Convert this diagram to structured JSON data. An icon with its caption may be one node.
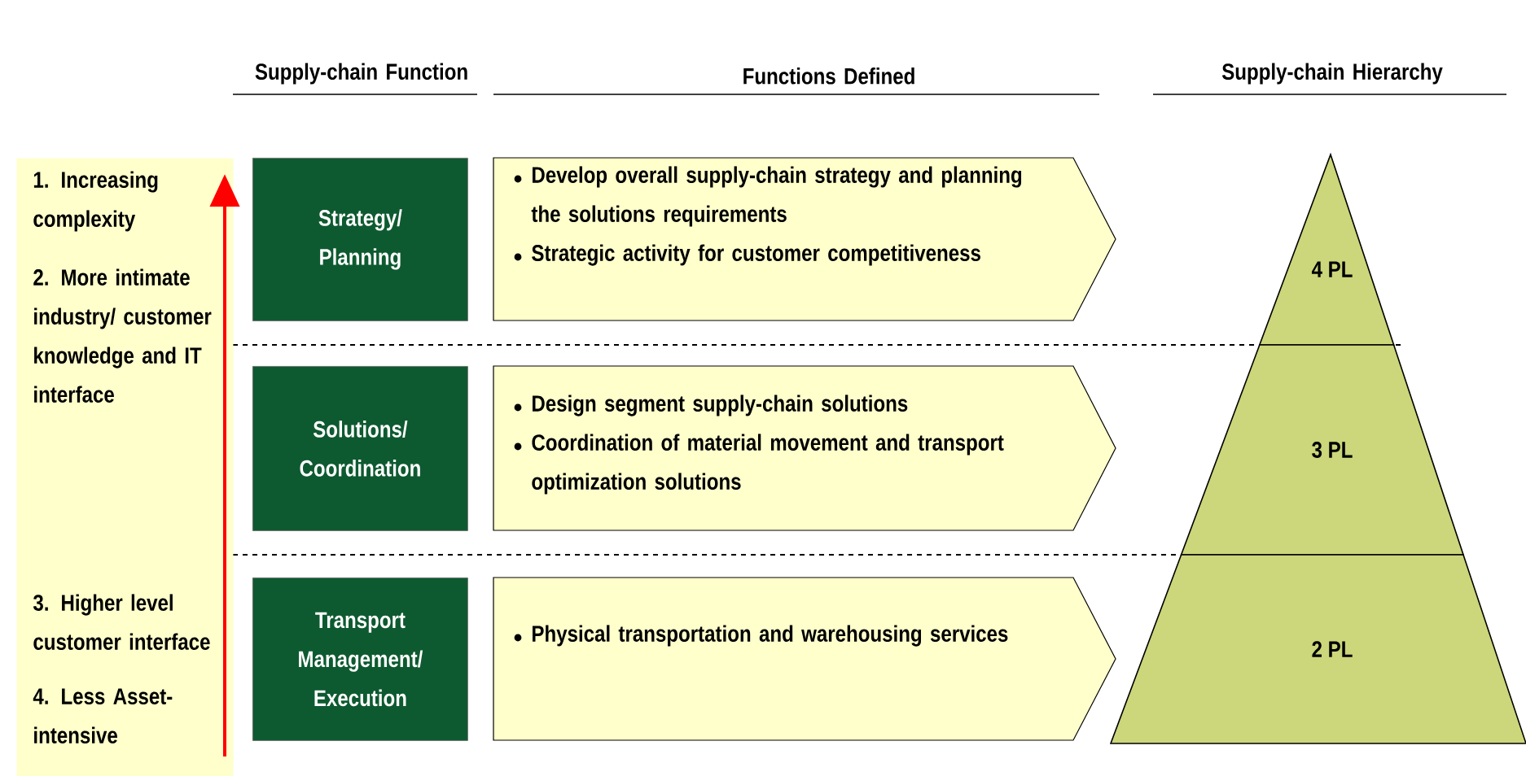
{
  "diagram": {
    "nodes": [
      {
        "text": [
          "1. Increasing complexity",
          "2. More intimate industry/ customer knowledge and IT interface",
          "3. Higher level customer interface",
          "4. Less Asset-intensive"
        ]
      },
      {
        "text": [
          "Strategy/ Planning"
        ]
      },
      {
        "text": [
          "Solutions/ Coordination"
        ]
      },
      {
        "text": [
          "Transport Management/ Execution"
        ]
      },
      {
        "text": [
          "Develop overall supply-chain strategy and planning the solutions requirements",
          "Strategic activity for customer competitiveness"
        ]
      },
      {
        "text": [
          "Design segment supply-chain solutions",
          "Coordination of material movement and transport optimization solutions"
        ]
      },
      {
        "text": [
          "Physical transportation and warehousing services"
        ]
      },
      {
        "text": [
          "4 PL"
        ]
      },
      {
        "text": [
          "3 PL"
        ]
      },
      {
        "text": [
          "2 PL"
        ]
      }
    ],
    "labels": [
      "Supply-chain Function",
      "Functions Defined",
      "Supply-chain Hierarchy"
    ]
  }
}
